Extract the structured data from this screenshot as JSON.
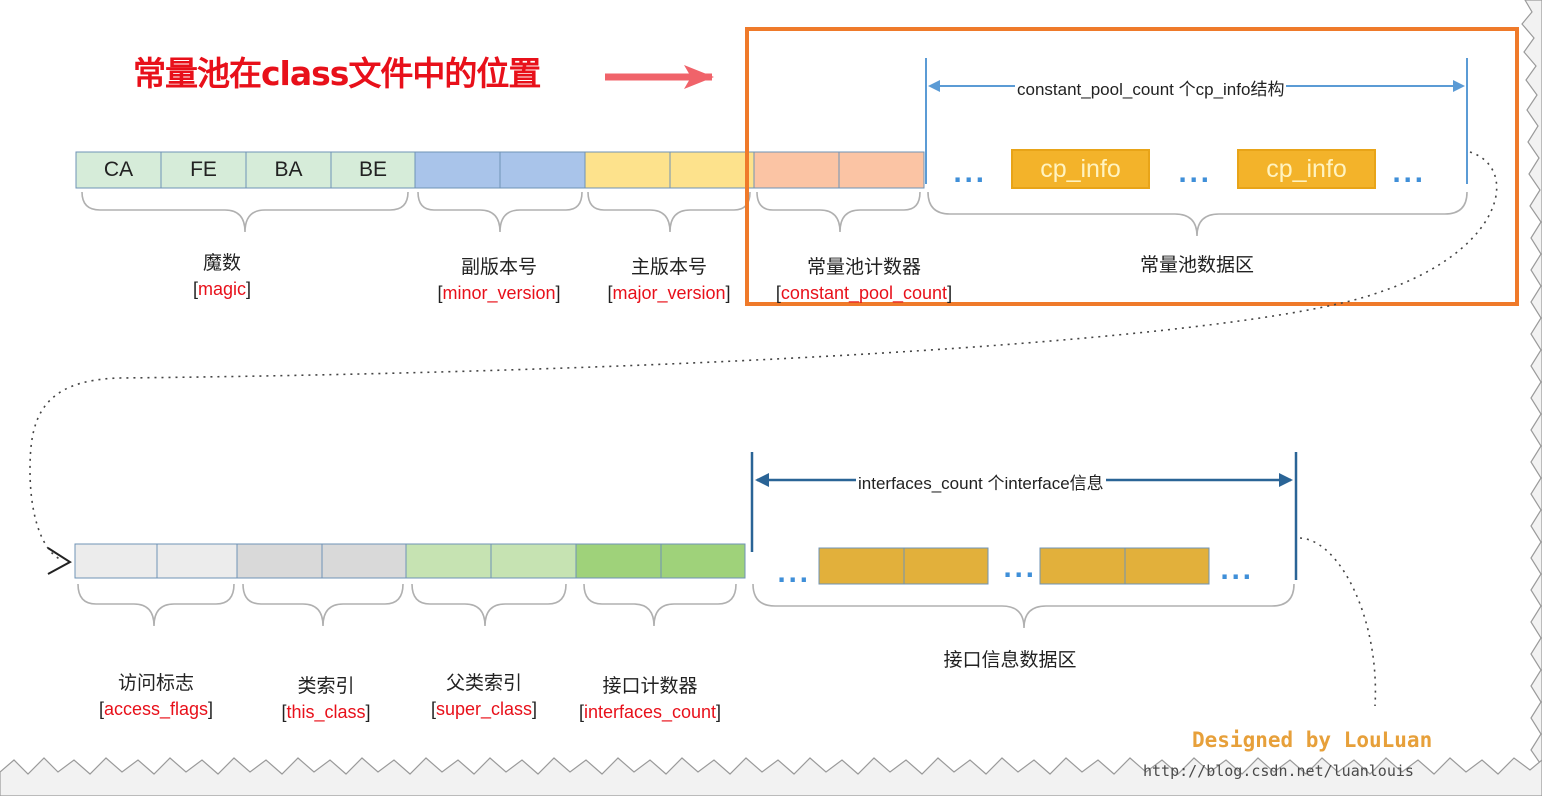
{
  "title": "常量池在class文件中的位置",
  "row1": {
    "magic_bytes": [
      "CA",
      "FE",
      "BA",
      "BE"
    ],
    "labels": [
      {
        "zh": "魔数",
        "en": "magic"
      },
      {
        "zh": "副版本号",
        "en": "minor_version"
      },
      {
        "zh": "主版本号",
        "en": "major_version"
      },
      {
        "zh": "常量池计数器",
        "en": "constant_pool_count"
      },
      {
        "zh": "常量池数据区",
        "en": ""
      }
    ],
    "cp_items": [
      "cp_info",
      "cp_info"
    ],
    "ellipsis": "...",
    "span_label": "constant_pool_count 个cp_info结构"
  },
  "row2": {
    "labels": [
      {
        "zh": "访问标志",
        "en": "access_flags"
      },
      {
        "zh": "类索引",
        "en": "this_class"
      },
      {
        "zh": "父类索引",
        "en": "super_class"
      },
      {
        "zh": "接口计数器",
        "en": "interfaces_count"
      },
      {
        "zh": "接口信息数据区",
        "en": ""
      }
    ],
    "ellipsis": "...",
    "span_label": "interfaces_count 个interface信息"
  },
  "credit": {
    "designer": "Designed by LouLuan",
    "url": "http://blog.csdn.net/luanlouis"
  },
  "colors": {
    "magic": "#d6ecd9",
    "minor": "#a9c4ea",
    "major": "#fde28c",
    "cp_count": "#fbc4a4",
    "access": "#ececec",
    "this_class": "#d9d9d9",
    "super_class": "#c6e3b2",
    "interfaces_count": "#9fd27a",
    "interface_item": "#e2b03b",
    "highlight_box": "#ef7a2a",
    "title_red": "#e8101a"
  }
}
